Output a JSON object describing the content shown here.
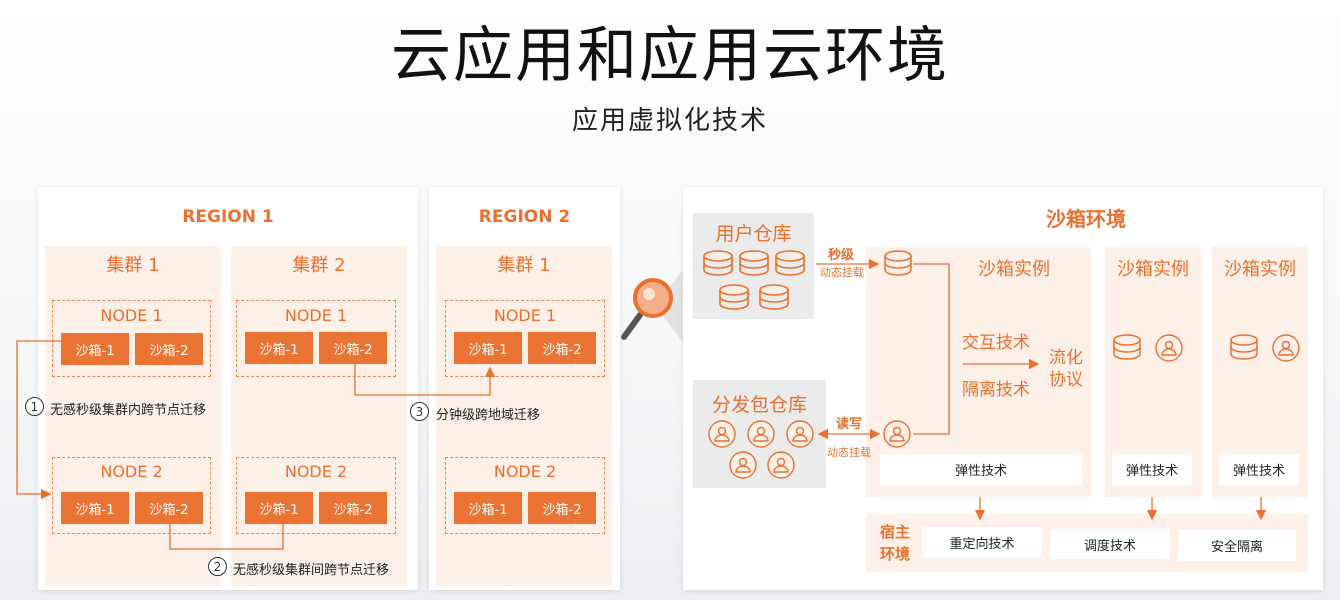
{
  "title": "云应用和应用云环境",
  "subtitle": "应用虚拟化技术",
  "regions": [
    {
      "title": "REGION 1",
      "clusters": [
        {
          "title": "集群 1",
          "nodes": [
            {
              "title": "NODE 1",
              "sandboxes": [
                "沙箱-1",
                "沙箱-2"
              ]
            },
            {
              "title": "NODE 2",
              "sandboxes": [
                "沙箱-1",
                "沙箱-2"
              ]
            }
          ]
        },
        {
          "title": "集群 2",
          "nodes": [
            {
              "title": "NODE 1",
              "sandboxes": [
                "沙箱-1",
                "沙箱-2"
              ]
            },
            {
              "title": "NODE 2",
              "sandboxes": [
                "沙箱-1",
                "沙箱-2"
              ]
            }
          ]
        }
      ]
    },
    {
      "title": "REGION 2",
      "clusters": [
        {
          "title": "集群 1",
          "nodes": [
            {
              "title": "NODE 1",
              "sandboxes": [
                "沙箱-1",
                "沙箱-2"
              ]
            },
            {
              "title": "NODE 2",
              "sandboxes": [
                "沙箱-1",
                "沙箱-2"
              ]
            }
          ]
        }
      ]
    }
  ],
  "migrations": [
    {
      "num": "1",
      "label": "无感秒级集群内跨节点迁移"
    },
    {
      "num": "2",
      "label": "无感秒级集群间跨节点迁移"
    },
    {
      "num": "3",
      "label": "分钟级跨地域迁移"
    }
  ],
  "user_repo": {
    "title": "用户仓库"
  },
  "dist_repo": {
    "title": "分发包仓库"
  },
  "link_user": {
    "main": "秒级",
    "sub": "动态挂载"
  },
  "link_dist": {
    "main": "读写",
    "sub": "动态挂载"
  },
  "sandbox_env": {
    "title": "沙箱环境",
    "instances": [
      {
        "title": "沙箱实例",
        "elastic": "弹性技术"
      },
      {
        "title": "沙箱实例",
        "elastic": "弹性技术"
      },
      {
        "title": "沙箱实例",
        "elastic": "弹性技术"
      }
    ],
    "interact": "交互技术",
    "isolate": "隔离技术",
    "stream_line1": "流化",
    "stream_line2": "协议"
  },
  "host_env": {
    "label_line1": "宿主",
    "label_line2": "环境",
    "items": [
      "重定向技术",
      "调度技术",
      "安全隔离"
    ]
  },
  "colors": {
    "accent": "#ea7433",
    "cluster_bg": "#fcf0e8",
    "grey": "#ebebeb"
  },
  "icons": {
    "database": "database-icon",
    "user": "user-icon",
    "magnifier": "magnifier-icon"
  }
}
